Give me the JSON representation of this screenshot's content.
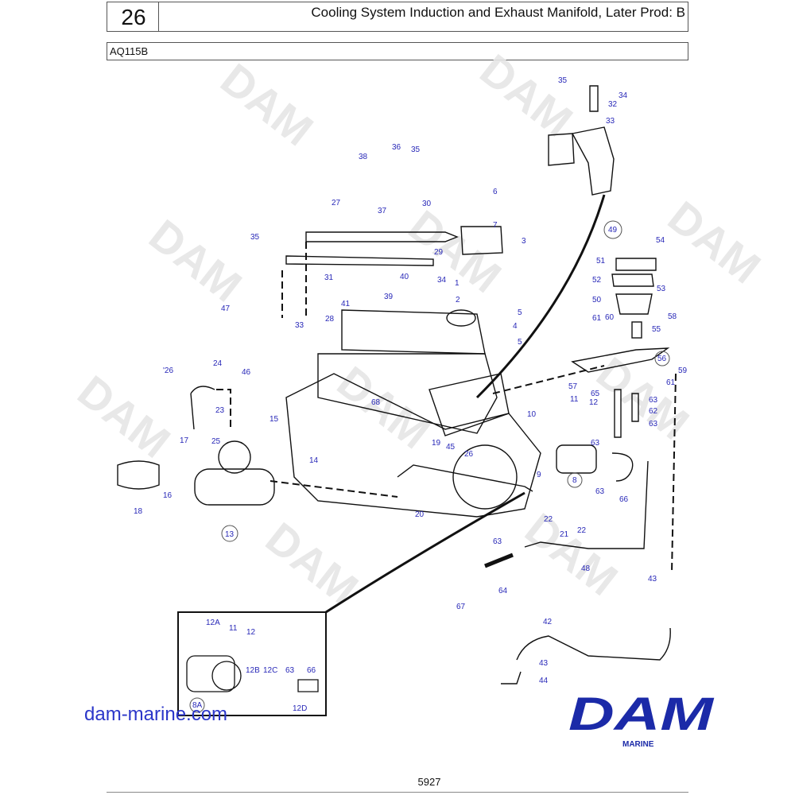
{
  "header": {
    "page_number": "26",
    "title": "Cooling System Induction and Exhaust Manifold, Later Prod: B",
    "model": "AQ115B"
  },
  "watermark": "DAM",
  "labels": {
    "l35a": "35",
    "l34a": "34",
    "l32": "32",
    "l33a": "33",
    "l38": "38",
    "l36": "36",
    "l35b": "35",
    "l37": "37",
    "l6": "6",
    "l30": "30",
    "l7": "7",
    "l27": "27",
    "l49": "49",
    "l35c": "35",
    "l3": "3",
    "l29": "29",
    "l31": "31",
    "l34b": "34",
    "l54": "54",
    "l51": "51",
    "l40": "40",
    "l1": "1",
    "l52": "52",
    "l53": "53",
    "l41": "41",
    "l39": "39",
    "l2": "2",
    "l50": "50",
    "l5a": "5",
    "l47": "47",
    "l33b": "33",
    "l28": "28",
    "l61a": "61",
    "l60": "60",
    "l4": "4",
    "l58": "58",
    "l55": "55",
    "l5b": "5",
    "l46": "46",
    "l56": "56",
    "l26": "'26",
    "l24": "24",
    "l57": "57",
    "l59": "59",
    "l61b": "61",
    "l11a": "11",
    "l65": "65",
    "l63a": "63",
    "l68": "68",
    "l62": "62",
    "l23": "23",
    "l12a": "12",
    "l10": "10",
    "l63b": "63",
    "l15": "15",
    "l17": "17",
    "l25": "25",
    "l19": "19",
    "l45": "45",
    "l26b": "26",
    "l63c": "63",
    "l14": "14",
    "l9": "9",
    "l8": "8",
    "l16": "16",
    "l18": "18",
    "l63d": "63",
    "l66a": "66",
    "l20": "20",
    "l22a": "22",
    "l22b": "22",
    "l21": "21",
    "l13": "13",
    "l63e": "63",
    "l48": "48",
    "l64": "64",
    "l67": "67",
    "l43a": "43",
    "l42": "42",
    "l12A": "12A",
    "l11b": "11",
    "l12b": "12",
    "l43b": "43",
    "l12B": "12B",
    "l12C": "12C",
    "l63f": "63",
    "l66b": "66",
    "l44": "44",
    "l8A": "8A",
    "l12D": "12D"
  },
  "brand": {
    "site": "dam-marine.com",
    "logo_text": "DAM",
    "logo_sub": "MARINE",
    "logo_color": "#1b2aa8"
  },
  "footer": {
    "code": "5927"
  }
}
